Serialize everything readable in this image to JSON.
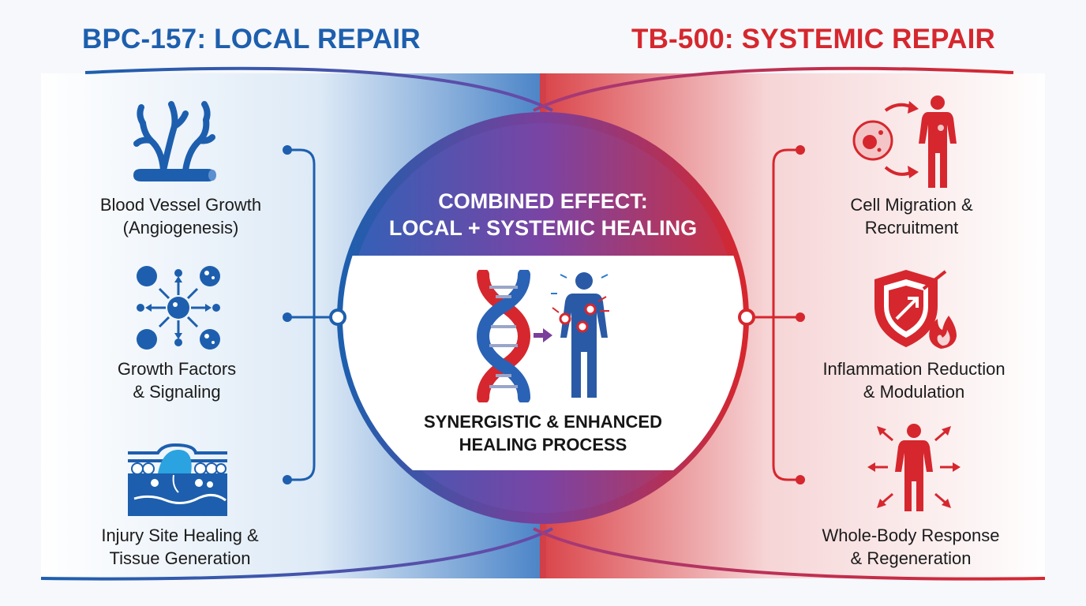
{
  "left_panel": {
    "title": "BPC-157: LOCAL REPAIR",
    "items": [
      {
        "line1": "Blood Vessel Growth",
        "line2": "(Angiogenesis)",
        "icon": "blood-vessel-icon"
      },
      {
        "line1": "Growth Factors",
        "line2": "& Signaling",
        "icon": "growth-factors-icon"
      },
      {
        "line1": "Injury Site Healing &",
        "line2": "Tissue Generation",
        "icon": "tissue-healing-icon"
      }
    ]
  },
  "right_panel": {
    "title": "TB-500: SYSTEMIC REPAIR",
    "items": [
      {
        "line1": "Cell Migration &",
        "line2": "Recruitment",
        "icon": "cell-migration-icon"
      },
      {
        "line1": "Inflammation Reduction",
        "line2": "& Modulation",
        "icon": "shield-fire-icon"
      },
      {
        "line1": "Whole-Body Response",
        "line2": "& Regeneration",
        "icon": "whole-body-icon"
      }
    ]
  },
  "center": {
    "heading_line1": "COMBINED EFFECT:",
    "heading_line2": "LOCAL + SYSTEMIC HEALING",
    "caption_line1": "SYNERGISTIC & ENHANCED",
    "caption_line2": "HEALING PROCESS",
    "icons": [
      "dna-icon",
      "arrow-right-icon",
      "human-body-icon"
    ]
  },
  "colors": {
    "blue": "#1d5fae",
    "red": "#d6272e",
    "purple": "#7a3f9a",
    "text": "#1b1b1b"
  }
}
